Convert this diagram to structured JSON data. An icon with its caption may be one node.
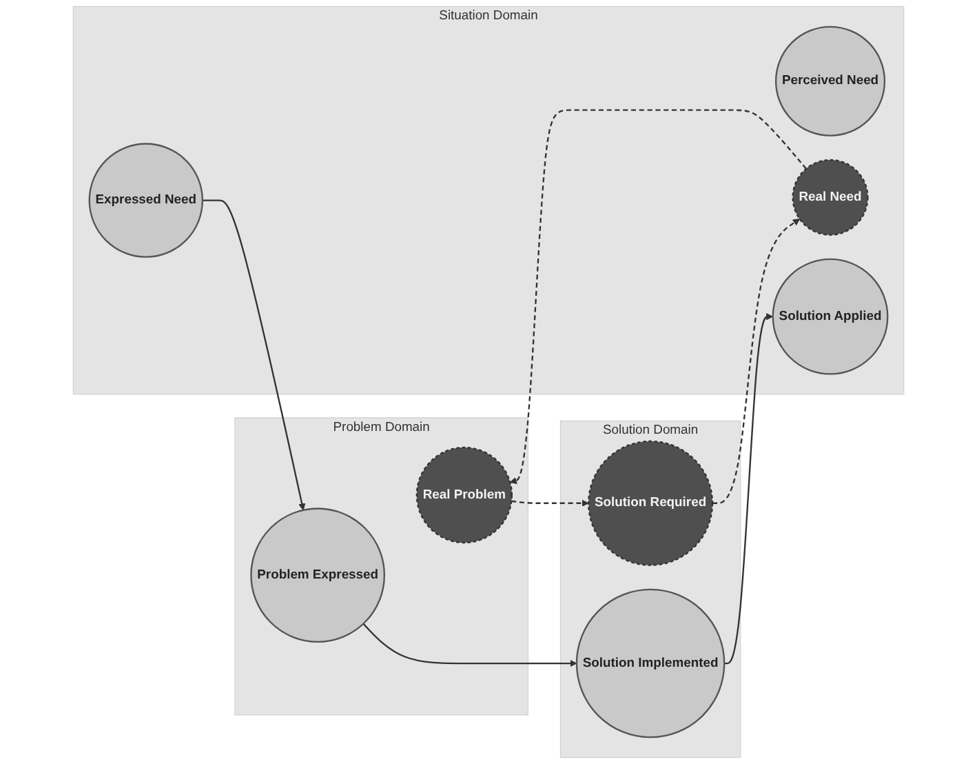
{
  "diagram": {
    "nodes": [
      {
        "text": [
          "Problem Domain"
        ]
      },
      {
        "text": [
          "Real Problem"
        ],
        "in": 0
      },
      {
        "text": [
          "Problem Expressed"
        ],
        "in": 0
      },
      {
        "text": [
          "Situation Domain"
        ]
      },
      {
        "text": [
          "Perceived Need"
        ],
        "in": 3
      },
      {
        "text": [
          "Expressed Need"
        ],
        "in": 3
      },
      {
        "text": [
          "Real Need"
        ],
        "in": 3
      },
      {
        "text": [
          "Solution Applied"
        ],
        "in": 3
      },
      {
        "text": [
          "Solution Domain"
        ]
      },
      {
        "text": [
          "Solution Implemented"
        ],
        "in": 8
      },
      {
        "text": [
          "Solution Required"
        ],
        "in": 8
      }
    ],
    "edges": [
      {
        "from": 6,
        "to": 1,
        "arrow": "to",
        "style": "dashed"
      },
      {
        "from": 5,
        "to": 2,
        "arrow": "to"
      },
      {
        "from": 2,
        "to": 9,
        "arrow": "to"
      },
      {
        "from": 9,
        "to": 7,
        "arrow": "to"
      },
      {
        "from": 1,
        "to": 10,
        "arrow": "to",
        "style": "dashed"
      },
      {
        "from": 10,
        "to": 6,
        "arrow": "to",
        "style": "dashed"
      }
    ]
  }
}
